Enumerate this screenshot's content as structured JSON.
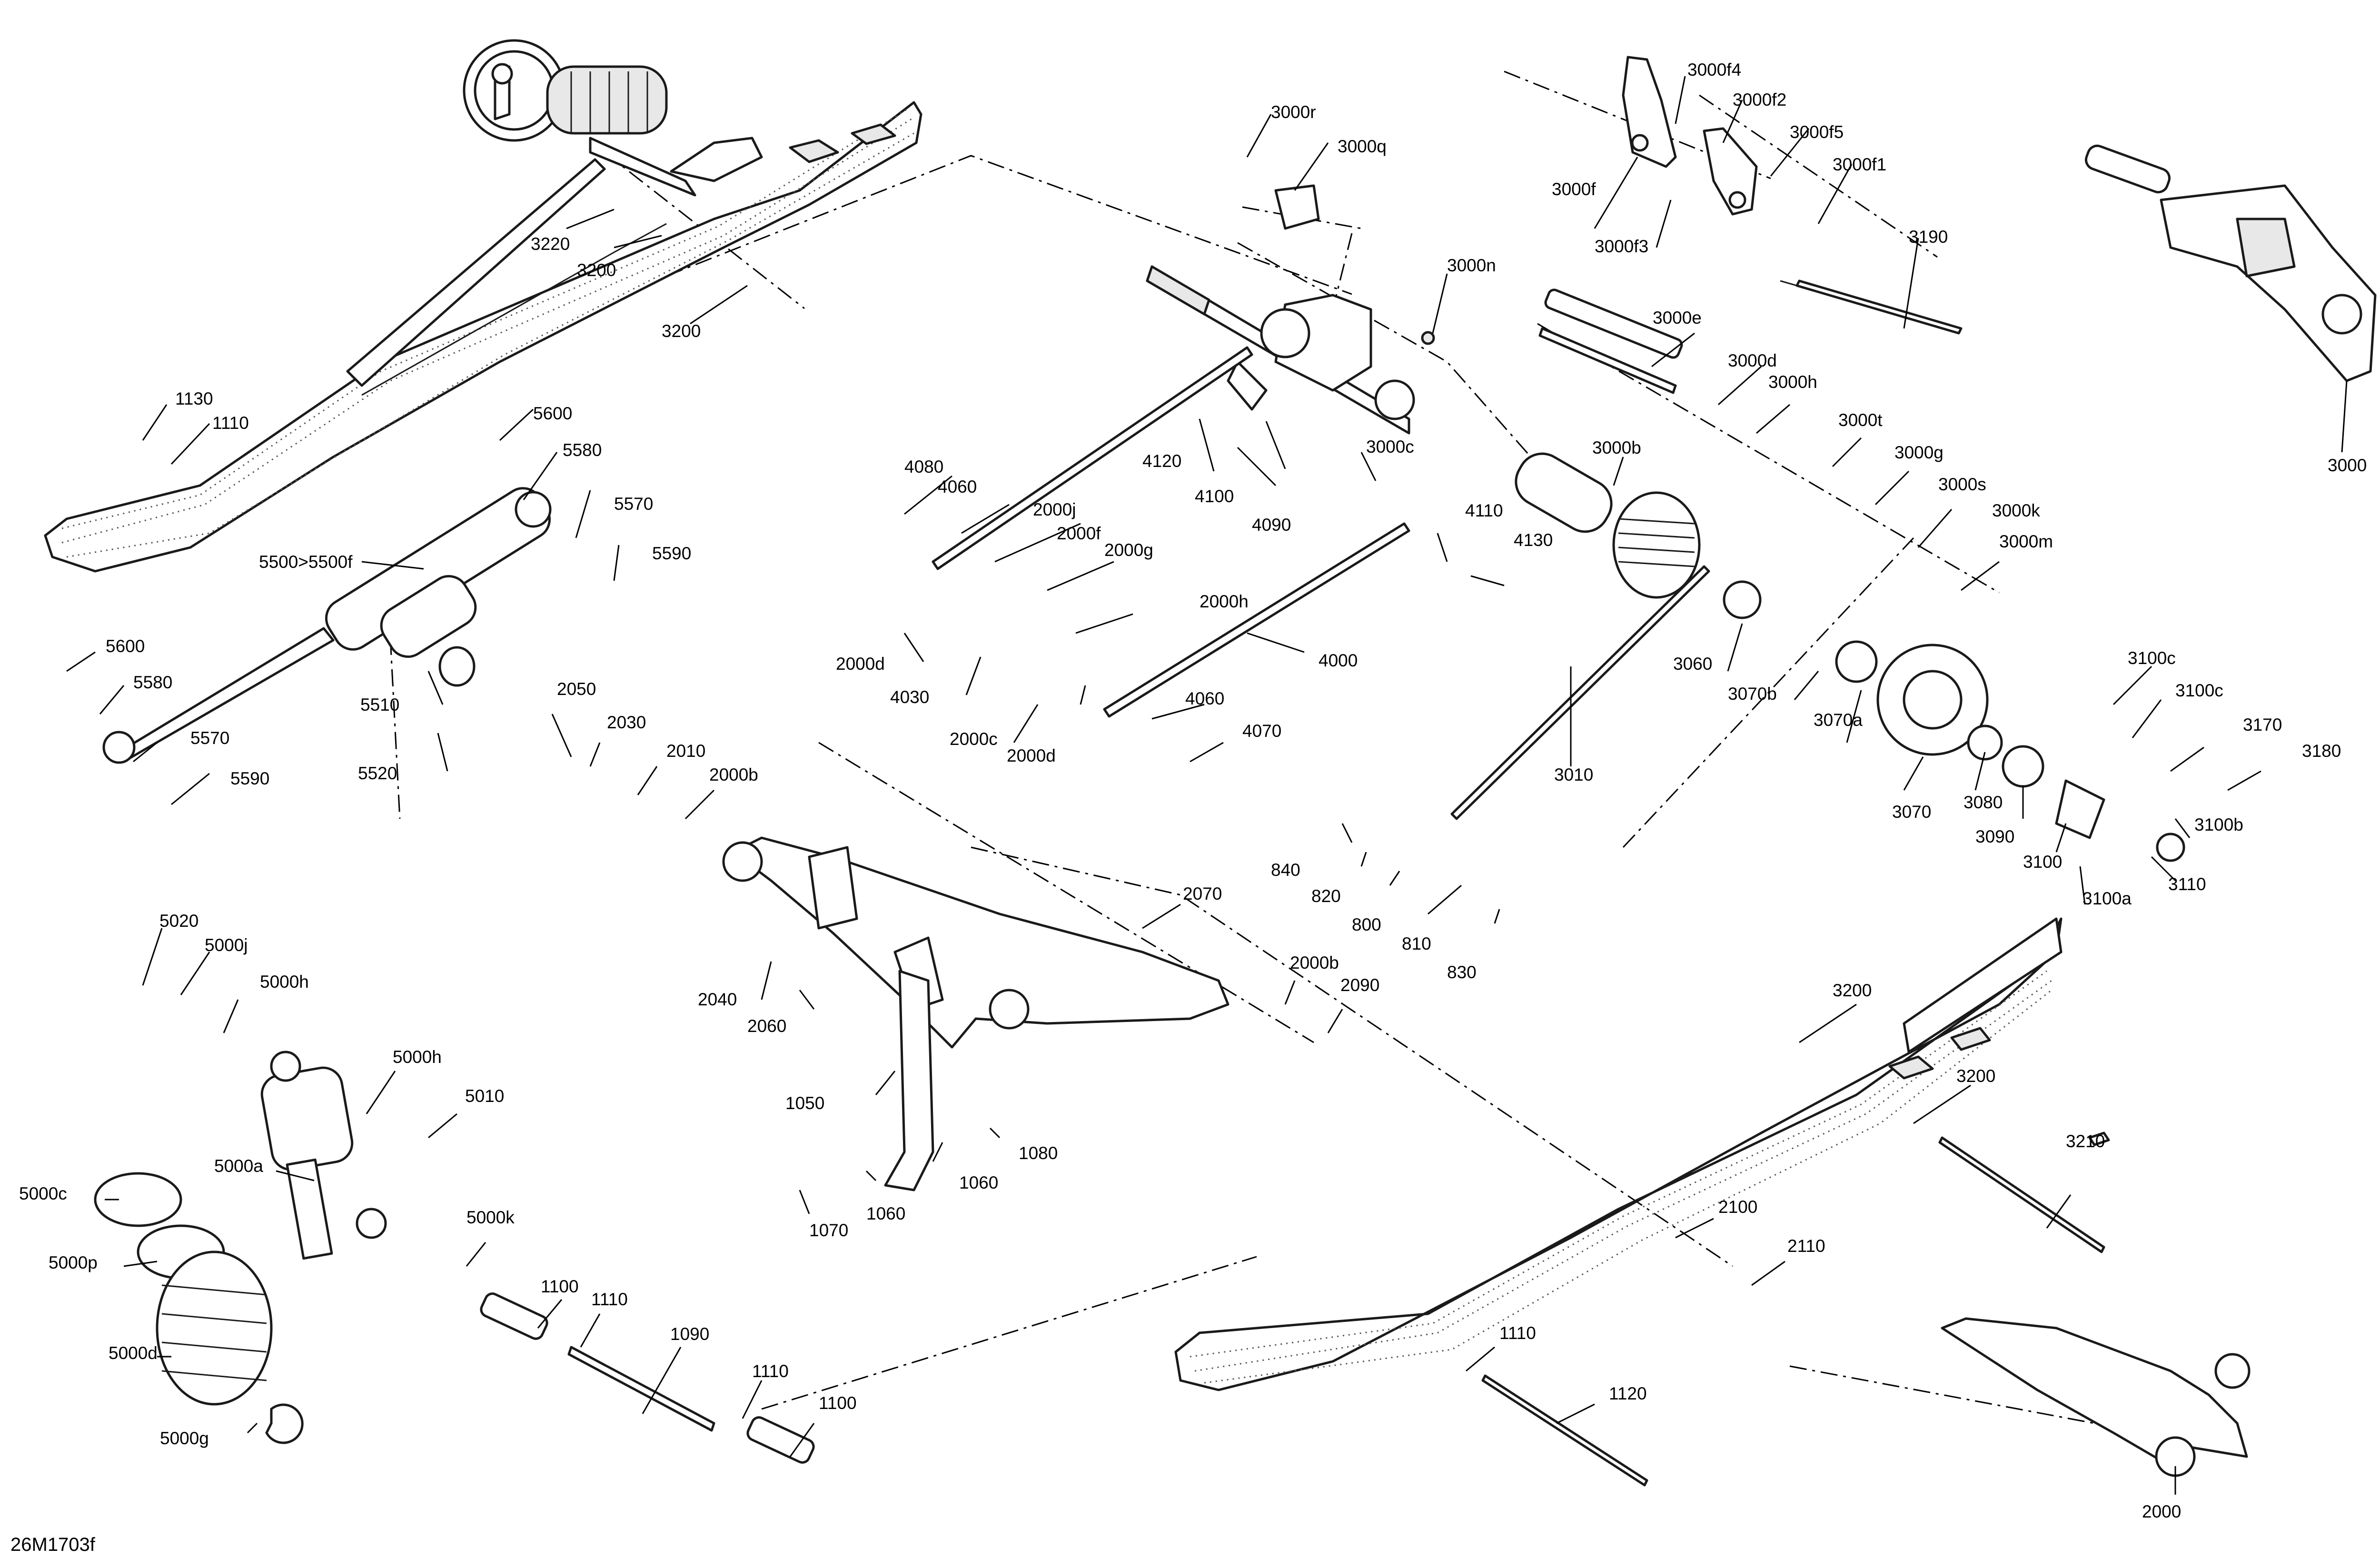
{
  "drawing_number": "26M1703f",
  "callouts": [
    "1130",
    "1110",
    "3220",
    "3200",
    "3200",
    "5600",
    "5580",
    "5570",
    "5590",
    "5500>5500f",
    "5600",
    "5580",
    "5510",
    "5570",
    "5520",
    "5590",
    "3000r",
    "3000q",
    "3000n",
    "3000f4",
    "3000f2",
    "3000f5",
    "3000f1",
    "3000f",
    "3000f3",
    "3190",
    "3000",
    "3000e",
    "3000d",
    "3000h",
    "3000t",
    "3000g",
    "3000s",
    "3000k",
    "3000m",
    "3000b",
    "3000c",
    "4120",
    "4100",
    "4090",
    "4080",
    "4060",
    "2000j",
    "2000f",
    "2000g",
    "4110",
    "4130",
    "2000d",
    "4030",
    "2000h",
    "4000",
    "2000c",
    "2000d",
    "4060",
    "4070",
    "3060",
    "3070b",
    "3070a",
    "3070",
    "3080",
    "3090",
    "3010",
    "3100c",
    "3100c",
    "3170",
    "3180",
    "3100b",
    "3100",
    "3110",
    "3100a",
    "2050",
    "2030",
    "2010",
    "2000b",
    "840",
    "820",
    "800",
    "810",
    "830",
    "2070",
    "5020",
    "5000j",
    "5000h",
    "2040",
    "2060",
    "2000b",
    "2090",
    "5000h",
    "5010",
    "1050",
    "1080",
    "5000a",
    "1060",
    "1060",
    "1070",
    "5000c",
    "5000p",
    "5000k",
    "5000d",
    "1100",
    "1110",
    "1090",
    "1110",
    "1100",
    "5000g",
    "3200",
    "3200",
    "3210",
    "2100",
    "2110",
    "1110",
    "1120",
    "2000"
  ]
}
